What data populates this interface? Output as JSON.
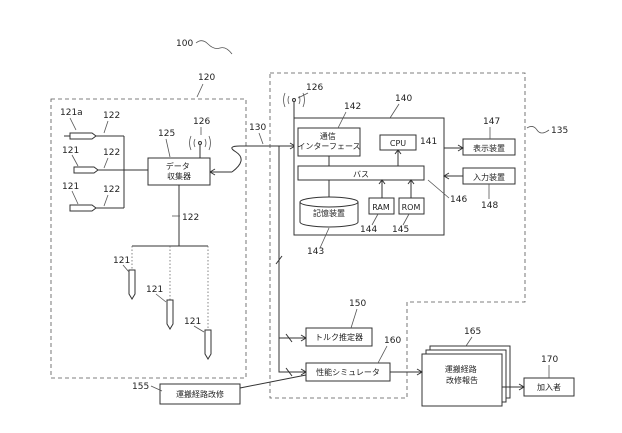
{
  "labels": {
    "system_ref": "100",
    "sensor_unit_ref": "120",
    "sensor_head_ref": "121a",
    "sensor_ref": "121",
    "cable_ref": "122",
    "collector_ref": "125",
    "antenna_ref": "126",
    "link_ref": "130",
    "computer_system_ref": "135",
    "computer_ref": "140",
    "comm_if_ref": "142",
    "cpu_ref": "141",
    "bus_ref": "146",
    "storage_ref": "143",
    "ram_ref": "144",
    "rom_ref": "145",
    "display_ref": "147",
    "input_ref": "148",
    "torque_ref": "150",
    "simulator_ref": "160",
    "report_ref": "165",
    "operation_ref": "155",
    "subscriber_ref": "170"
  },
  "boxes": {
    "data_collector": "データ\n収集器",
    "comm_interface": "通信\nインターフェース",
    "cpu": "CPU",
    "bus": "バス",
    "storage": "記憶装置",
    "ram": "RAM",
    "rom": "ROM",
    "display": "表示装置",
    "input": "入力装置",
    "torque_estimator": "トルク推定器",
    "performance_simulator": "性能シミュレータ",
    "route_report": "運搬経路\n改修報告",
    "route_operation": "運搬経路改修",
    "subscriber": "加入者"
  }
}
